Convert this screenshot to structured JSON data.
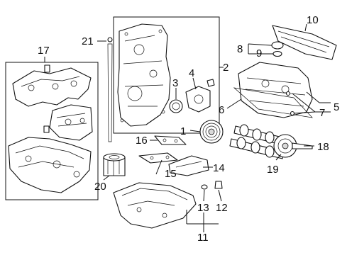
{
  "callouts": {
    "c1": "1",
    "c2": "2",
    "c3": "3",
    "c4": "4",
    "c5": "5",
    "c6": "6",
    "c7": "7",
    "c8": "8",
    "c9": "9",
    "c10": "10",
    "c11": "11",
    "c12": "12",
    "c13": "13",
    "c14": "14",
    "c15": "15",
    "c16": "16",
    "c17": "17",
    "c18": "18",
    "c19": "19",
    "c20": "20",
    "c21": "21"
  }
}
